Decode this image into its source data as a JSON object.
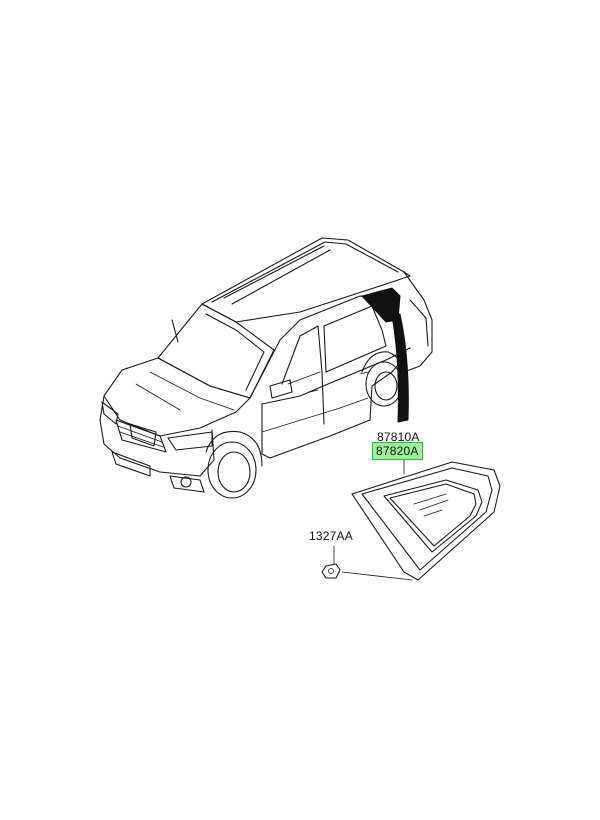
{
  "labels": {
    "part_upper": "87810A",
    "part_lower": "87820A",
    "fastener": "1327AA"
  },
  "colors": {
    "highlight_fill": "#9ef09a",
    "highlight_border": "#33b83a",
    "ink": "#111111"
  }
}
